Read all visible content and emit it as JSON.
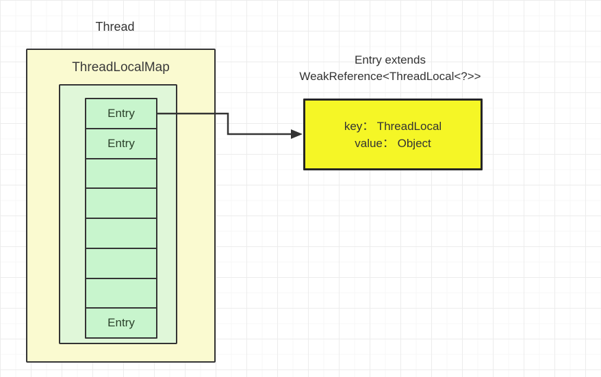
{
  "canvas": {
    "thread_label": "Thread",
    "threadlocalmap_label": "ThreadLocalMap",
    "note": {
      "line1": "Entry extends",
      "line2": "WeakReference<ThreadLocal<?>>"
    },
    "cells": [
      "Entry",
      "Entry",
      "",
      "",
      "",
      "",
      "",
      "Entry"
    ],
    "entry_detail_box": {
      "line1": "key： ThreadLocal",
      "line2": "value： Object"
    },
    "colors": {
      "outer_box_fill": "#fafad0",
      "inner_box_fill": "#e0f7d9",
      "cell_fill": "#c8f5cd",
      "entry_detail_fill": "#f5f626",
      "border": "#333333",
      "text": "#333333",
      "entry_text": "#2a402a"
    }
  }
}
